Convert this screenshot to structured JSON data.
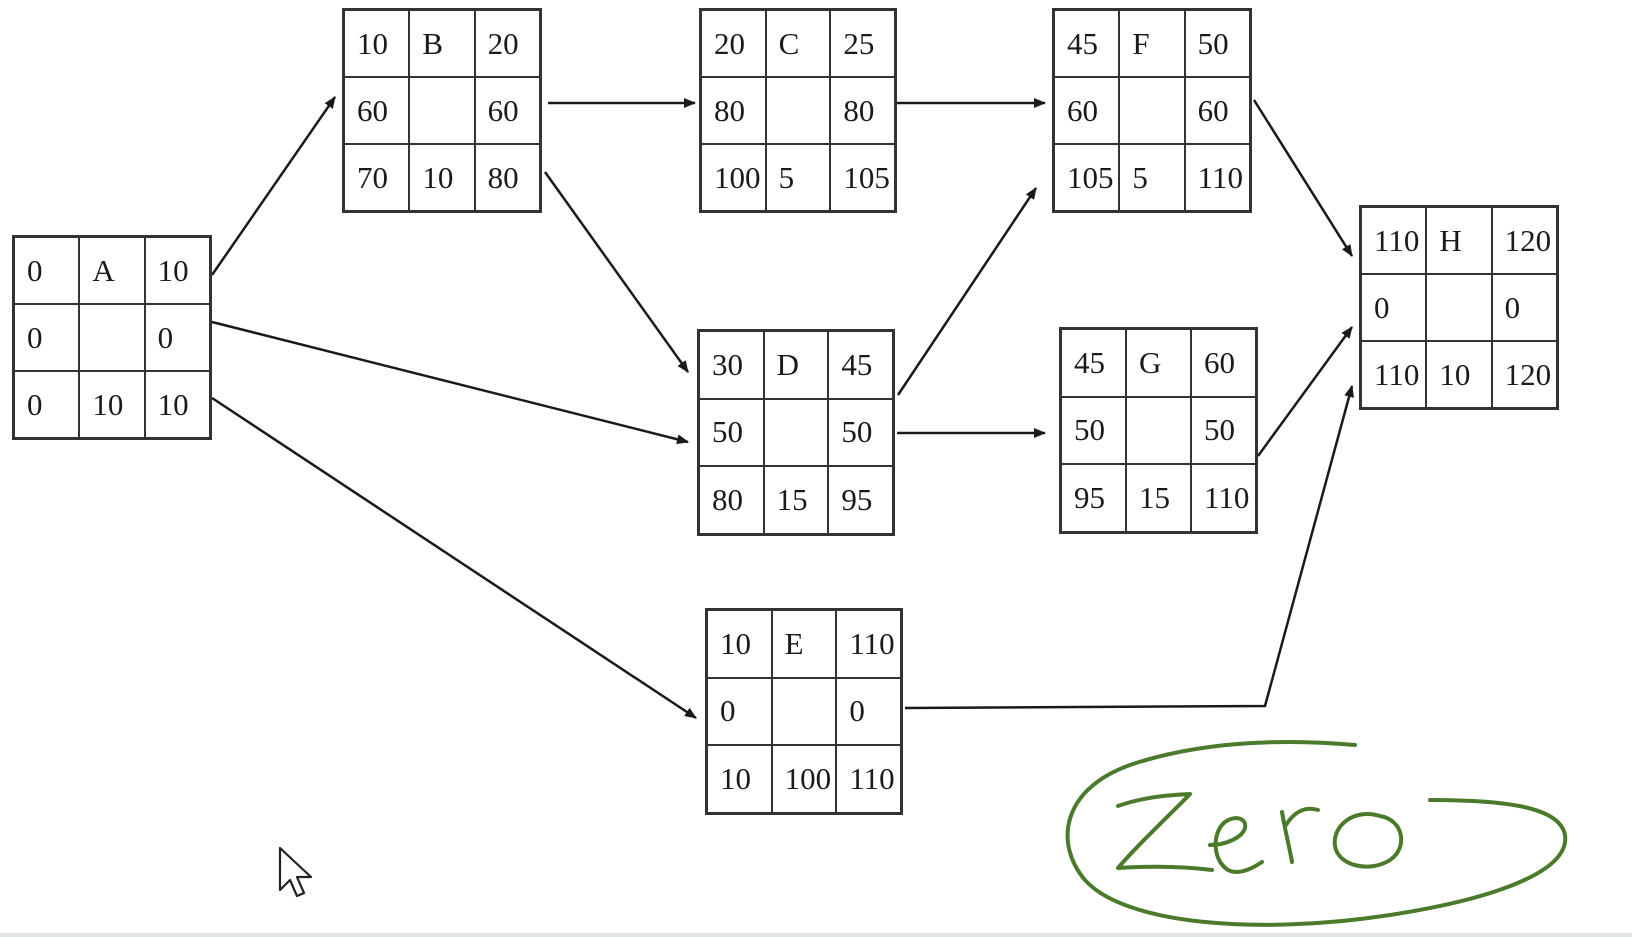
{
  "nodes": {
    "A": {
      "cells": [
        "0",
        "A",
        "10",
        "0",
        "",
        "0",
        "0",
        "10",
        "10"
      ]
    },
    "B": {
      "cells": [
        "10",
        "B",
        "20",
        "60",
        "",
        "60",
        "70",
        "10",
        "80"
      ]
    },
    "C": {
      "cells": [
        "20",
        "C",
        "25",
        "80",
        "",
        "80",
        "100",
        "5",
        "105"
      ]
    },
    "D": {
      "cells": [
        "30",
        "D",
        "45",
        "50",
        "",
        "50",
        "80",
        "15",
        "95"
      ]
    },
    "E": {
      "cells": [
        "10",
        "E",
        "110",
        "0",
        "",
        "0",
        "10",
        "100",
        "110"
      ]
    },
    "F": {
      "cells": [
        "45",
        "F",
        "50",
        "60",
        "",
        "60",
        "105",
        "5",
        "110"
      ]
    },
    "G": {
      "cells": [
        "45",
        "G",
        "60",
        "50",
        "",
        "50",
        "95",
        "15",
        "110"
      ]
    },
    "H": {
      "cells": [
        "110",
        "H",
        "120",
        "0",
        "",
        "0",
        "110",
        "10",
        "120"
      ]
    }
  },
  "edges": [
    {
      "from": "A",
      "to": "B"
    },
    {
      "from": "A",
      "to": "D"
    },
    {
      "from": "A",
      "to": "E"
    },
    {
      "from": "B",
      "to": "C"
    },
    {
      "from": "B",
      "to": "D"
    },
    {
      "from": "C",
      "to": "F"
    },
    {
      "from": "D",
      "to": "F"
    },
    {
      "from": "D",
      "to": "G"
    },
    {
      "from": "F",
      "to": "H"
    },
    {
      "from": "G",
      "to": "H"
    },
    {
      "from": "E",
      "to": "H"
    }
  ],
  "annotation": {
    "text": "zero",
    "color": "#4a7a2a"
  },
  "colors": {
    "line": "#1a1a1a",
    "border": "#333333"
  },
  "cursor_icon": "mouse-pointer-icon"
}
